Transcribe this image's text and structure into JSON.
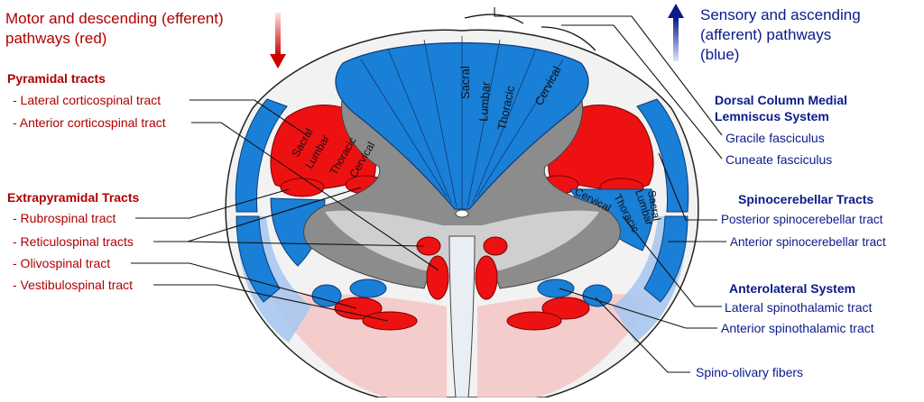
{
  "colors": {
    "efferent": "#ee1111",
    "afferent": "#1a7fd6",
    "grey_matter": "#8c8c8c",
    "outline": "#222222",
    "red_text": "#b00000",
    "blue_text": "#0a1a8a"
  },
  "motor": {
    "heading_line1": "Motor and descending (efferent)",
    "heading_line2": "pathways   (red)",
    "pyramidal": {
      "title": "Pyramidal tracts",
      "items": [
        "- Lateral corticospinal tract",
        "- Anterior corticospinal tract"
      ]
    },
    "extrapyramidal": {
      "title": "Extrapyramidal Tracts",
      "items": [
        "- Rubrospinal tract",
        "- Reticulospinal tracts",
        "- Olivospinal tract",
        "- Vestibulospinal tract"
      ]
    }
  },
  "sensory": {
    "heading_line1": "Sensory and ascending",
    "heading_line2": "(afferent) pathways",
    "heading_line3": "(blue)",
    "dcml": {
      "title_line1": "Dorsal Column Medial",
      "title_line2": "Lemniscus System",
      "items": [
        "Gracile fasciculus",
        "Cuneate fasciculus"
      ]
    },
    "spinocerebellar": {
      "title": "Spinocerebellar Tracts",
      "items": [
        "Posterior spinocerebellar tract",
        "Anterior spinocerebellar tract"
      ]
    },
    "anterolateral": {
      "title": "Anterolateral System",
      "items": [
        "Lateral spinothalamic tract",
        "Anterior spinothalamic tract"
      ]
    },
    "spino_olivary": "Spino-olivary fibers"
  },
  "segments": {
    "dorsal": [
      "Sacral",
      "Lumbar",
      "Thoracic",
      "Cervical"
    ],
    "left_lateral": [
      "Sacral",
      "Lumbar",
      "Thoracic",
      "Cervical"
    ],
    "right_lateral": [
      "Cervical",
      "Thoracic",
      "Lumbar",
      "Sacral"
    ]
  },
  "icons": {
    "down_arrow": "red-down-arrow-icon",
    "up_arrow": "blue-up-arrow-icon"
  }
}
